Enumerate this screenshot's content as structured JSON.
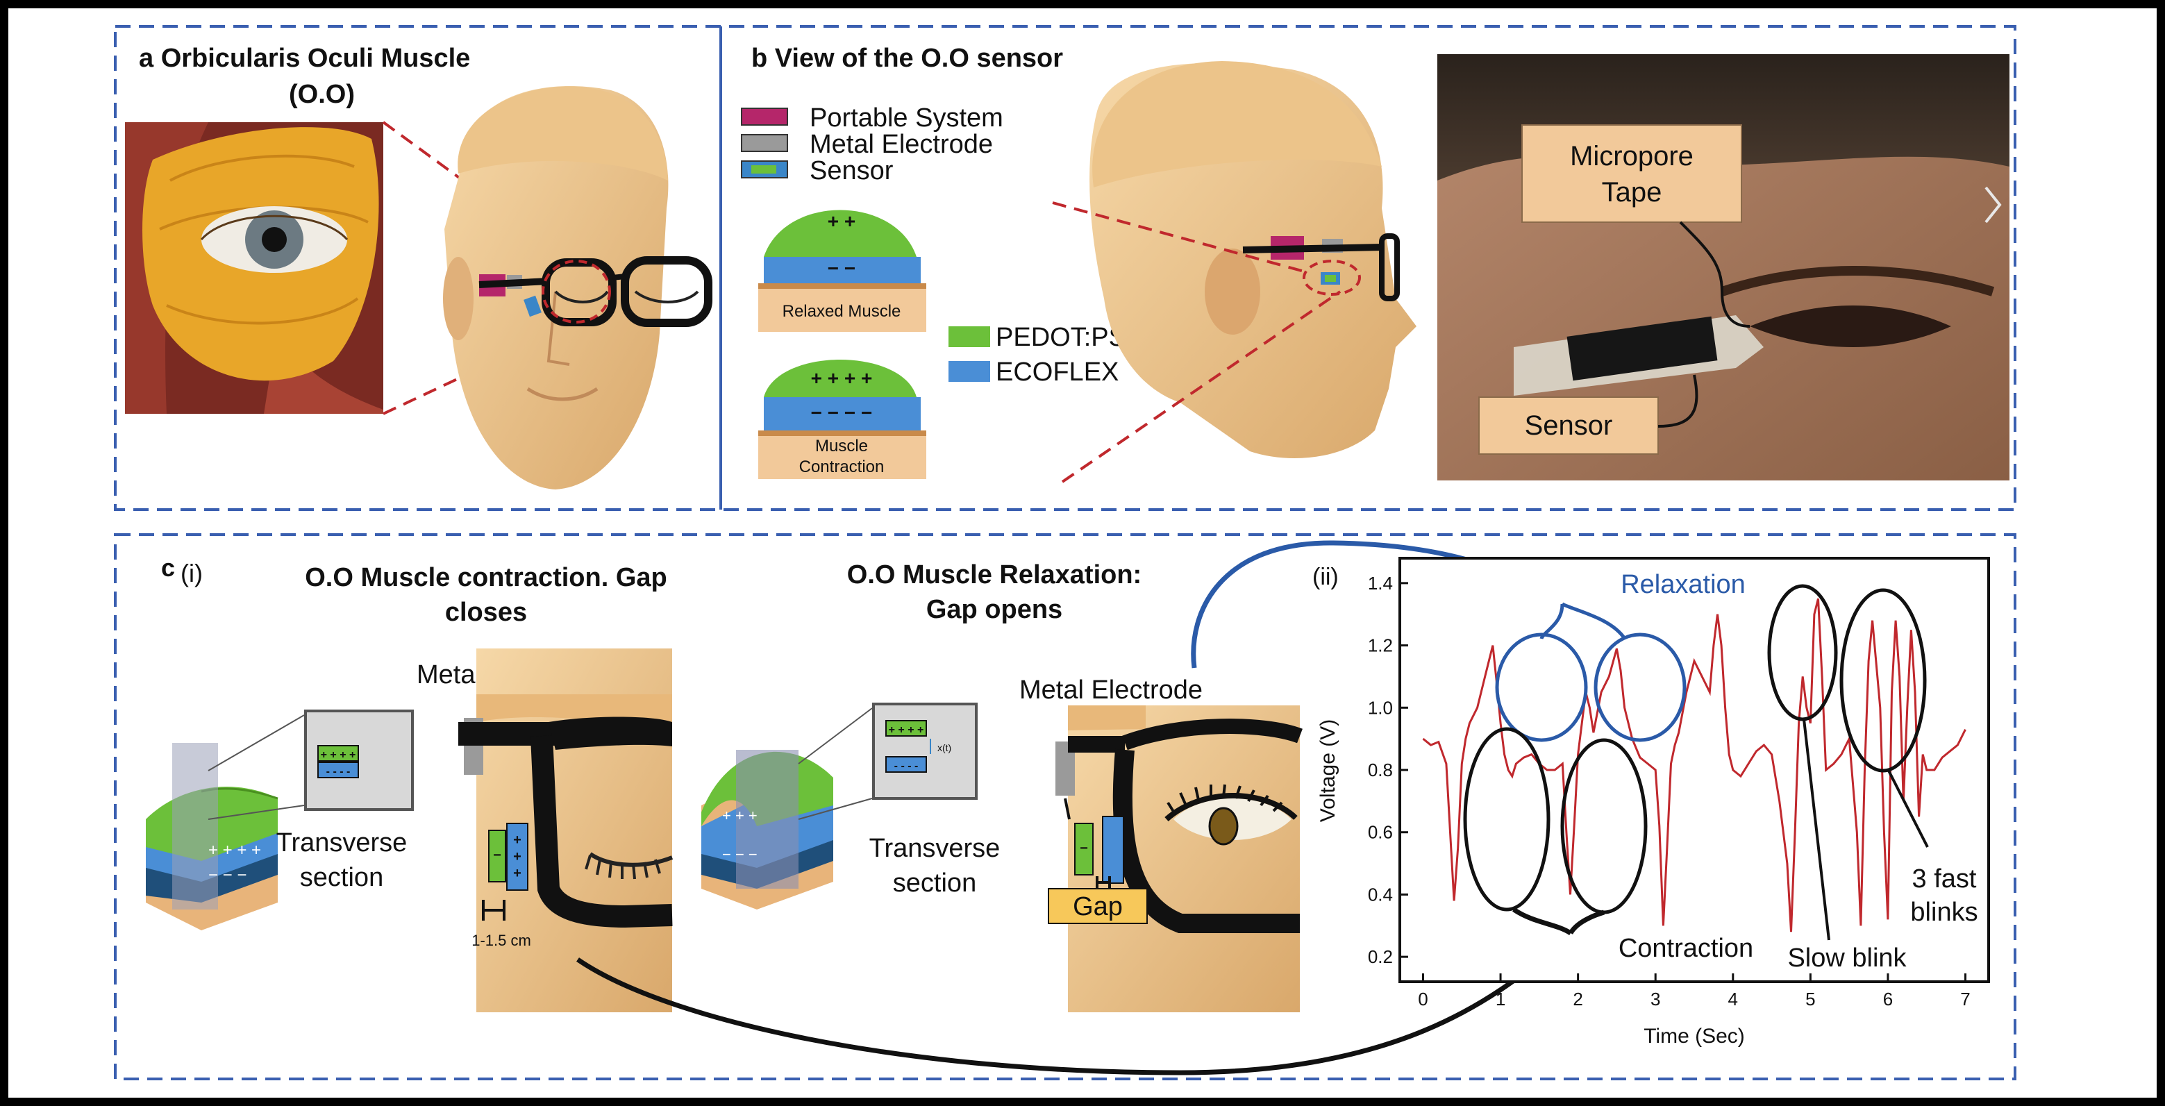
{
  "panel_a": {
    "title_line1": "a  Orbicularis Oculi Muscle",
    "title_line2": "(O.O)"
  },
  "panel_b": {
    "title": "b  View of the O.O sensor",
    "legend": [
      {
        "label": "Portable System",
        "color": "#b5266a"
      },
      {
        "label": "Metal Electrode",
        "color": "#9a9a9a"
      },
      {
        "label": "Sensor",
        "color": "#3a86c8"
      }
    ],
    "relaxed_label": "Relaxed Muscle",
    "relaxed_charges_top": "+ +",
    "relaxed_charges_bottom": "− −",
    "contraction_label_line1": "Muscle",
    "contraction_label_line2": "Contraction",
    "contraction_charges_top": "+ + + +",
    "contraction_charges_bottom": "− − − −",
    "material_legend": [
      {
        "label": "PEDOT:PSS",
        "color": "#6cc03a"
      },
      {
        "label": "ECOFLEX",
        "color": "#4a8ed6"
      }
    ],
    "photo_label_micropore_line1": "Micropore",
    "photo_label_micropore_line2": "Tape",
    "photo_label_sensor": "Sensor"
  },
  "panel_c": {
    "label_c": "c",
    "label_i": "(i)",
    "label_ii": "(ii)",
    "contraction_title_line1": "O.O Muscle contraction. Gap",
    "contraction_title_line2": "closes",
    "relaxation_title_line1": "O.O Muscle Relaxation:",
    "relaxation_title_line2": "Gap opens",
    "metal_electrode_1": "Metal Electrode",
    "metal_electrode_2": "Metal Electrode",
    "transverse_1_line1": "Transverse",
    "transverse_1_line2": "section",
    "transverse_2_line1": "Transverse",
    "transverse_2_line2": "section",
    "distance_label": "1-1.5 cm",
    "gap_label": "Gap",
    "xt_label": "x(t)",
    "inset_plus": "+ + + +",
    "inset_minus": "- - - -"
  },
  "chart_data": {
    "type": "line",
    "xlabel": "Time (Sec)",
    "ylabel": "Voltage (V)",
    "xlim": [
      -0.3,
      7.3
    ],
    "ylim": [
      0.12,
      1.48
    ],
    "x_ticks": [
      0,
      1,
      2,
      3,
      4,
      5,
      6,
      7
    ],
    "y_ticks": [
      0.2,
      0.4,
      0.6,
      0.8,
      1.0,
      1.2,
      1.4
    ],
    "x_tick_labels": [
      "0",
      "1",
      "2",
      "3",
      "4",
      "5",
      "6",
      "7"
    ],
    "y_tick_labels": [
      "0.2",
      "0.4",
      "0.6",
      "0.8",
      "1.0",
      "1.2",
      "1.4"
    ],
    "series_color": "#c0282d",
    "x": [
      0.0,
      0.1,
      0.2,
      0.3,
      0.35,
      0.4,
      0.45,
      0.5,
      0.55,
      0.6,
      0.7,
      0.8,
      0.85,
      0.9,
      0.95,
      1.0,
      1.05,
      1.1,
      1.15,
      1.2,
      1.3,
      1.4,
      1.5,
      1.6,
      1.7,
      1.8,
      1.85,
      1.9,
      1.95,
      2.0,
      2.05,
      2.1,
      2.15,
      2.2,
      2.3,
      2.4,
      2.5,
      2.55,
      2.6,
      2.7,
      2.8,
      2.9,
      3.0,
      3.05,
      3.1,
      3.15,
      3.2,
      3.25,
      3.3,
      3.4,
      3.5,
      3.6,
      3.7,
      3.75,
      3.8,
      3.85,
      3.9,
      3.95,
      4.0,
      4.1,
      4.2,
      4.3,
      4.4,
      4.5,
      4.6,
      4.7,
      4.75,
      4.8,
      4.85,
      4.9,
      4.95,
      5.0,
      5.05,
      5.1,
      5.15,
      5.2,
      5.3,
      5.4,
      5.5,
      5.6,
      5.65,
      5.7,
      5.75,
      5.8,
      5.9,
      5.95,
      6.0,
      6.05,
      6.1,
      6.15,
      6.2,
      6.25,
      6.3,
      6.35,
      6.4,
      6.45,
      6.5,
      6.6,
      6.7,
      6.8,
      6.9,
      7.0
    ],
    "y": [
      0.9,
      0.88,
      0.89,
      0.82,
      0.6,
      0.38,
      0.55,
      0.82,
      0.9,
      0.95,
      1.0,
      1.1,
      1.15,
      1.2,
      1.08,
      0.95,
      0.85,
      0.8,
      0.78,
      0.82,
      0.84,
      0.85,
      0.82,
      0.8,
      0.8,
      0.82,
      0.6,
      0.4,
      0.62,
      0.85,
      0.95,
      1.05,
      1.0,
      0.92,
      1.05,
      1.1,
      1.19,
      1.12,
      1.0,
      0.9,
      0.84,
      0.82,
      0.8,
      0.62,
      0.3,
      0.55,
      0.82,
      0.88,
      0.92,
      1.05,
      1.15,
      1.1,
      1.05,
      1.2,
      1.3,
      1.2,
      1.0,
      0.85,
      0.8,
      0.78,
      0.82,
      0.86,
      0.88,
      0.85,
      0.7,
      0.5,
      0.28,
      0.6,
      0.95,
      1.1,
      1.0,
      0.95,
      1.3,
      1.35,
      1.1,
      0.8,
      0.82,
      0.85,
      0.9,
      0.6,
      0.3,
      0.8,
      1.15,
      1.28,
      1.0,
      0.6,
      0.32,
      1.05,
      1.28,
      1.1,
      0.7,
      1.0,
      1.25,
      1.05,
      0.65,
      0.85,
      0.8,
      0.8,
      0.84,
      0.86,
      0.88,
      0.93
    ],
    "annotations": {
      "relaxation": "Relaxation",
      "contraction": "Contraction",
      "slow_blink": "Slow blink",
      "fast_blinks_line1": "3 fast",
      "fast_blinks_line2": "blinks"
    }
  }
}
